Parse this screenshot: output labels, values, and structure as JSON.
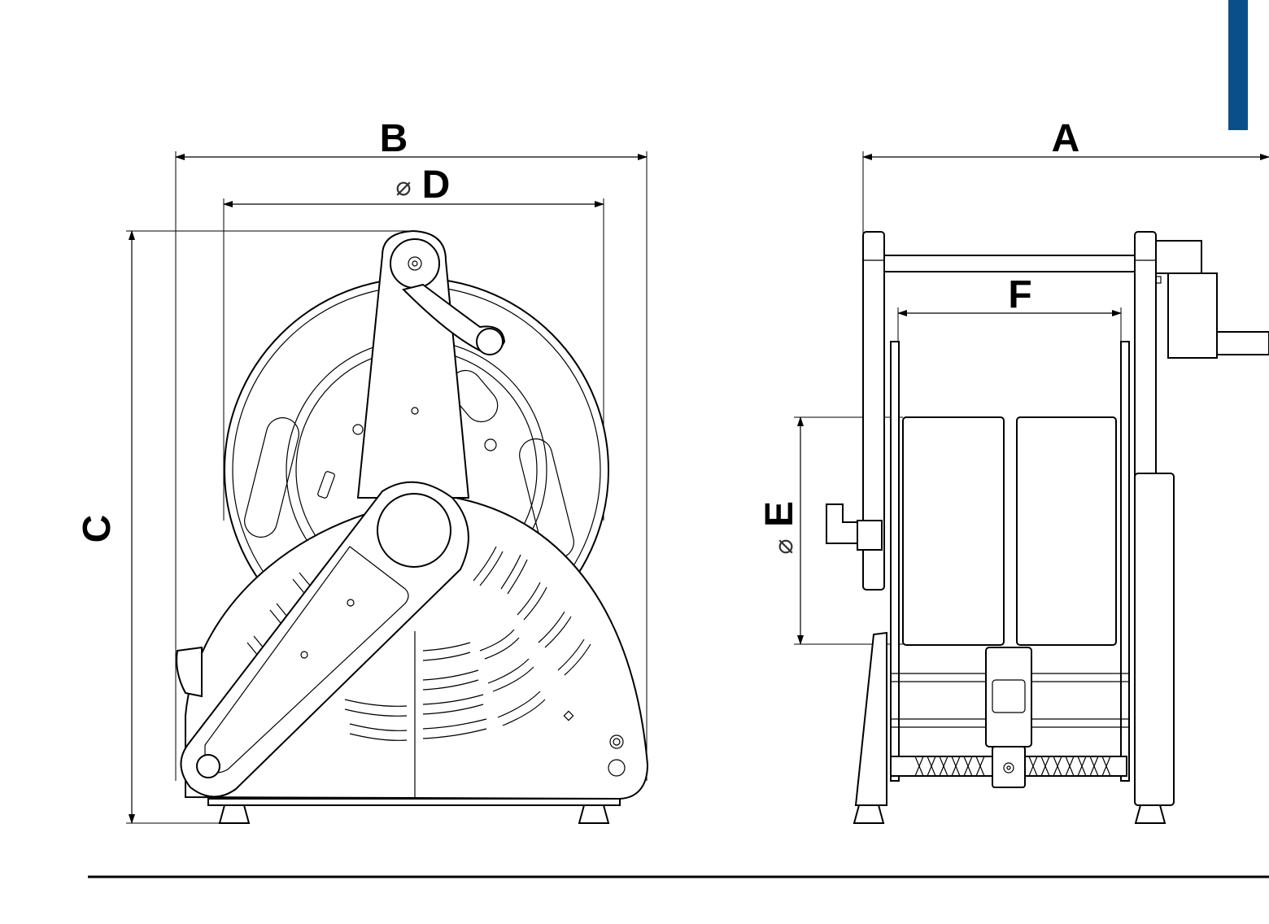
{
  "dimensions": {
    "A": "A",
    "B": "B",
    "C": "C",
    "D": "D",
    "E": "E",
    "F": "F"
  },
  "diameter_symbol": "⌀",
  "colors": {
    "accent_bar": "#0b4f8a",
    "line": "#000000",
    "background": "#ffffff"
  }
}
